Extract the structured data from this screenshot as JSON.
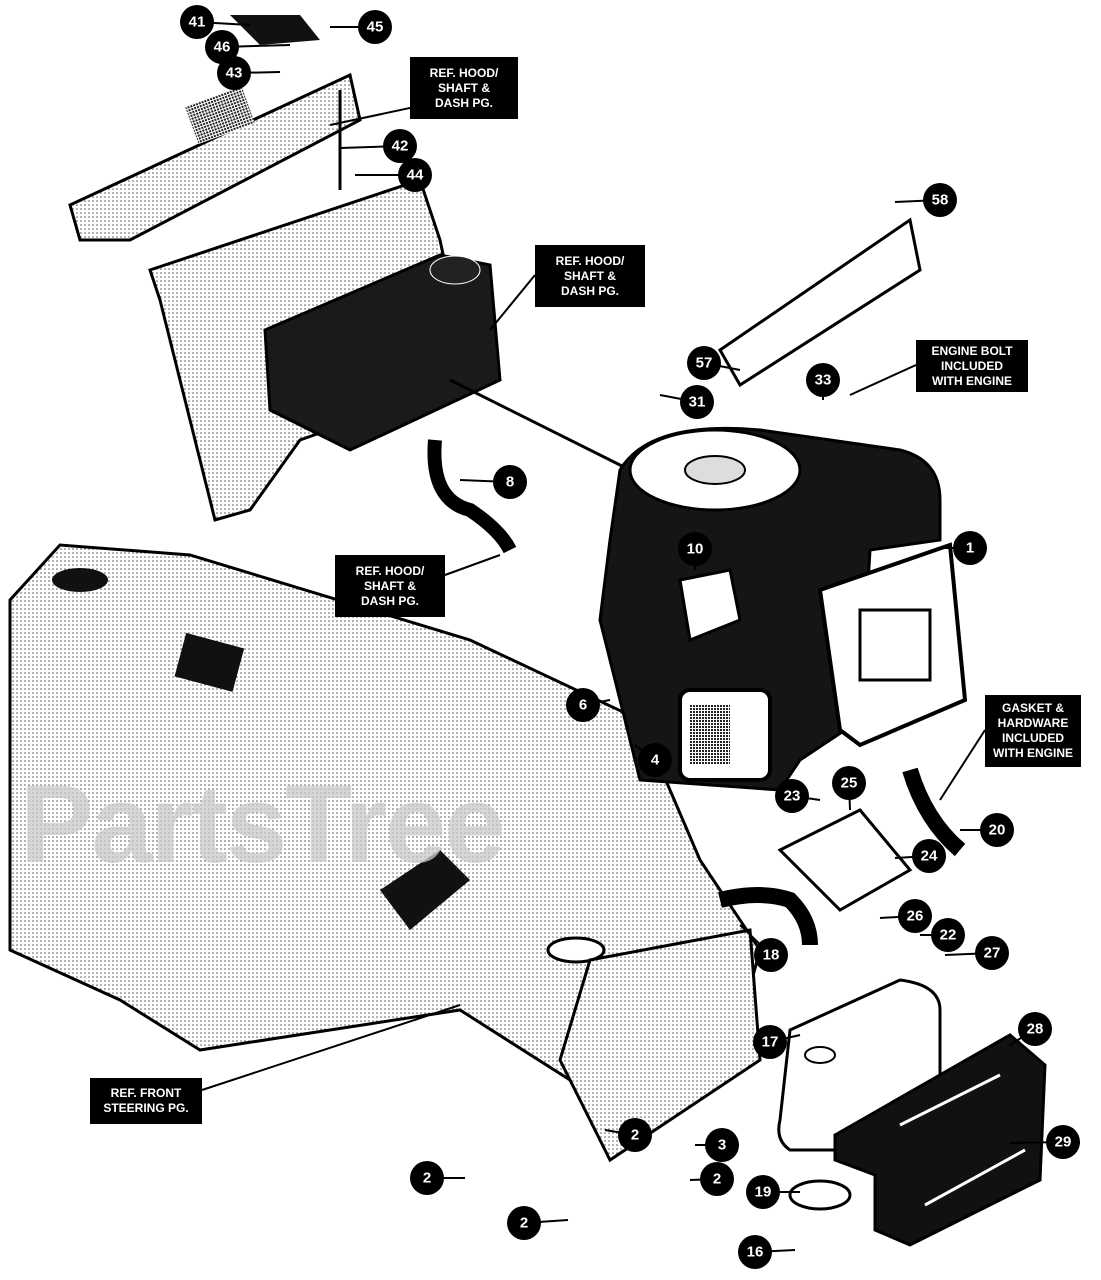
{
  "watermark": "PartsTree",
  "callouts": [
    "41",
    "45",
    "46",
    "43",
    "42",
    "44",
    "58",
    "57",
    "33",
    "31",
    "8",
    "10",
    "1",
    "6",
    "4",
    "23",
    "25",
    "24",
    "20",
    "26",
    "22",
    "27",
    "18",
    "17",
    "28",
    "29",
    "2",
    "3",
    "2",
    "2",
    "19",
    "16",
    "2"
  ],
  "ref_labels": [
    {
      "lines": [
        "REF. HOOD/",
        "SHAFT &",
        "DASH PG."
      ]
    },
    {
      "lines": [
        "REF. HOOD/",
        "SHAFT &",
        "DASH PG."
      ]
    },
    {
      "lines": [
        "REF. HOOD/",
        "SHAFT &",
        "DASH PG."
      ]
    },
    {
      "lines": [
        "ENGINE BOLT",
        "INCLUDED",
        "WITH ENGINE"
      ]
    },
    {
      "lines": [
        "GASKET &",
        "HARDWARE",
        "INCLUDED",
        "WITH ENGINE"
      ]
    },
    {
      "lines": [
        "REF. FRONT",
        "STEERING PG."
      ]
    }
  ]
}
